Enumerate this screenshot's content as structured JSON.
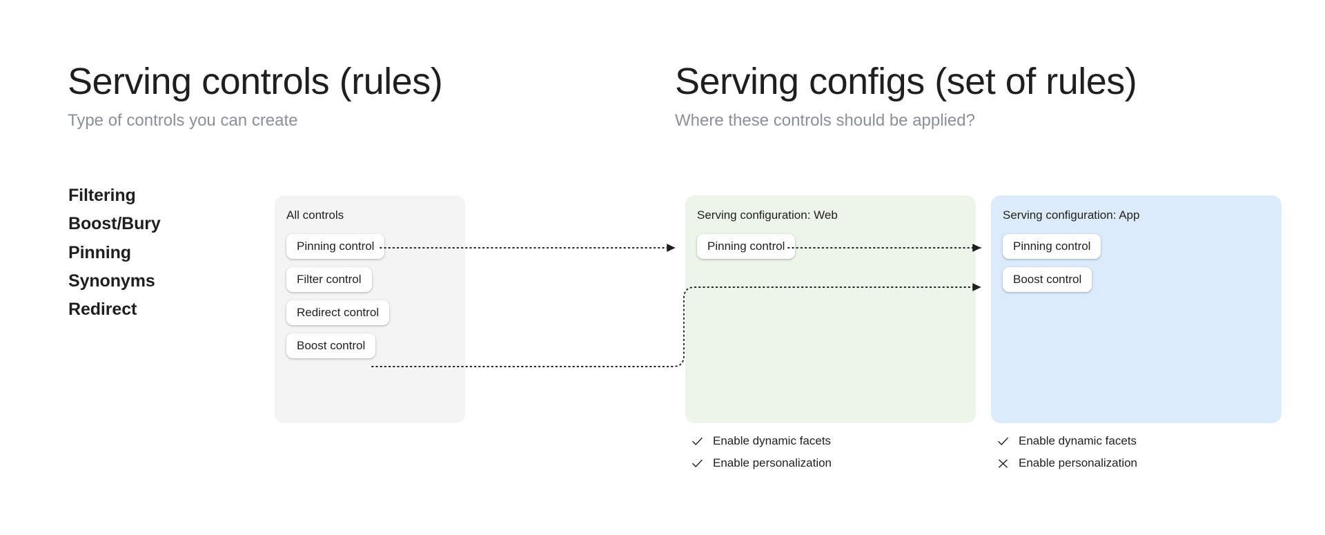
{
  "columns": {
    "left": {
      "title": "Serving controls (rules)",
      "subtitle": "Type of controls you can create"
    },
    "right": {
      "title": "Serving configs (set of rules)",
      "subtitle": "Where these controls should be applied?"
    }
  },
  "control_types": [
    {
      "label": "Filtering"
    },
    {
      "label": "Boost/Bury"
    },
    {
      "label": "Pinning"
    },
    {
      "label": "Synonyms"
    },
    {
      "label": "Redirect"
    }
  ],
  "panels": {
    "all_controls": {
      "title": "All controls",
      "background": "#f4f4f4",
      "chips": [
        {
          "label": "Pinning control"
        },
        {
          "label": "Filter control"
        },
        {
          "label": "Redirect control"
        },
        {
          "label": "Boost control"
        }
      ]
    },
    "serving_web": {
      "title": "Serving configuration: Web",
      "background": "#edf4e9",
      "chips": [
        {
          "label": "Pinning control"
        }
      ],
      "toggles": [
        {
          "label": "Enable dynamic facets",
          "state": "check"
        },
        {
          "label": "Enable personalization",
          "state": "check"
        }
      ]
    },
    "serving_app": {
      "title": "Serving configuration: App",
      "background": "#dcebfa",
      "chips": [
        {
          "label": "Pinning control"
        },
        {
          "label": "Boost control"
        }
      ],
      "toggles": [
        {
          "label": "Enable dynamic facets",
          "state": "check"
        },
        {
          "label": "Enable personalization",
          "state": "cross"
        }
      ]
    }
  },
  "connectors": [
    {
      "from": "all-controls.pinning-control",
      "to": "serving-web.pinning-control",
      "style": "dotted-arrow"
    },
    {
      "from": "serving-web.pinning-control",
      "to": "serving-app.pinning-control",
      "style": "dotted-arrow"
    },
    {
      "from": "all-controls.boost-control",
      "to": "serving-app.boost-control",
      "style": "dotted-arrow-elbow"
    }
  ],
  "colors": {
    "text": "#1f1f1f",
    "muted": "#8a9099",
    "panel_gray": "#f4f4f4",
    "panel_green": "#edf4e9",
    "panel_blue": "#dcebfa",
    "connector": "#1f1f1f"
  }
}
